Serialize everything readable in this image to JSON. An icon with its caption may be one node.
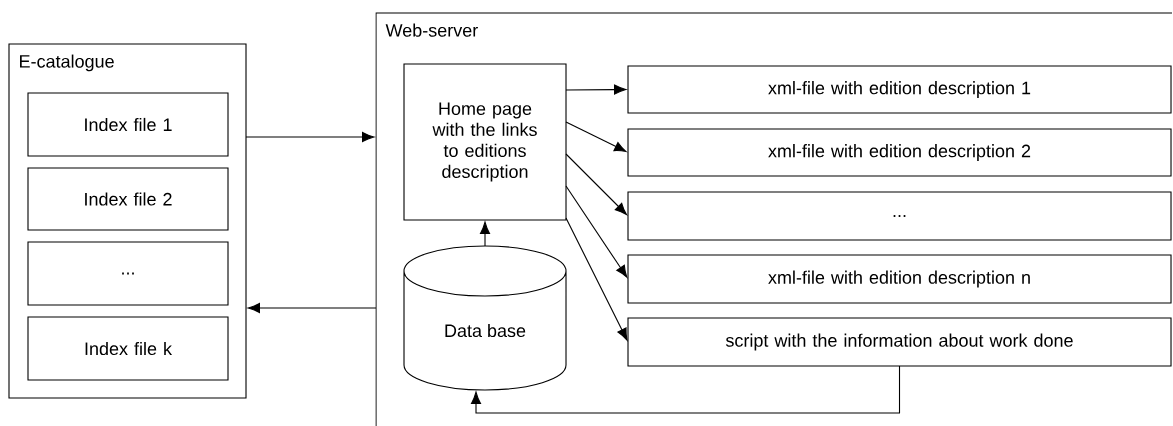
{
  "diagram": {
    "nodes": [
      {
        "text": [
          "E-catalogue"
        ]
      },
      {
        "text": [
          "Index file 1"
        ],
        "in": 0
      },
      {
        "text": [
          "Index file 2"
        ],
        "in": 0
      },
      {
        "text": [
          "..."
        ],
        "in": 0
      },
      {
        "text": [
          "Index file k"
        ],
        "in": 0
      },
      {
        "text": [
          "Web-server"
        ]
      },
      {
        "text": [
          "Home page with the links to editions description"
        ],
        "in": 5
      },
      {
        "text": [
          "Data base"
        ],
        "in": 5
      },
      {
        "text": [
          "xml-file with edition description 1"
        ],
        "in": 5
      },
      {
        "text": [
          "xml-file with edition description 2"
        ],
        "in": 5
      },
      {
        "text": [
          "..."
        ],
        "in": 5
      },
      {
        "text": [
          "xml-file with edition description n"
        ],
        "in": 5
      },
      {
        "text": [
          "script with the information about work done"
        ],
        "in": 5
      }
    ],
    "edges": [
      {
        "from": 0,
        "to": 5,
        "arrow": "to"
      },
      {
        "from": 5,
        "to": 0,
        "arrow": "to"
      },
      {
        "from": 7,
        "to": 6,
        "arrow": "to"
      },
      {
        "from": 6,
        "to": 8,
        "arrow": "to"
      },
      {
        "from": 6,
        "to": 9,
        "arrow": "to"
      },
      {
        "from": 6,
        "to": 10,
        "arrow": "to"
      },
      {
        "from": 6,
        "to": 11,
        "arrow": "to"
      },
      {
        "from": 6,
        "to": 12,
        "arrow": "to"
      },
      {
        "from": 12,
        "to": 7,
        "arrow": "to"
      }
    ]
  }
}
